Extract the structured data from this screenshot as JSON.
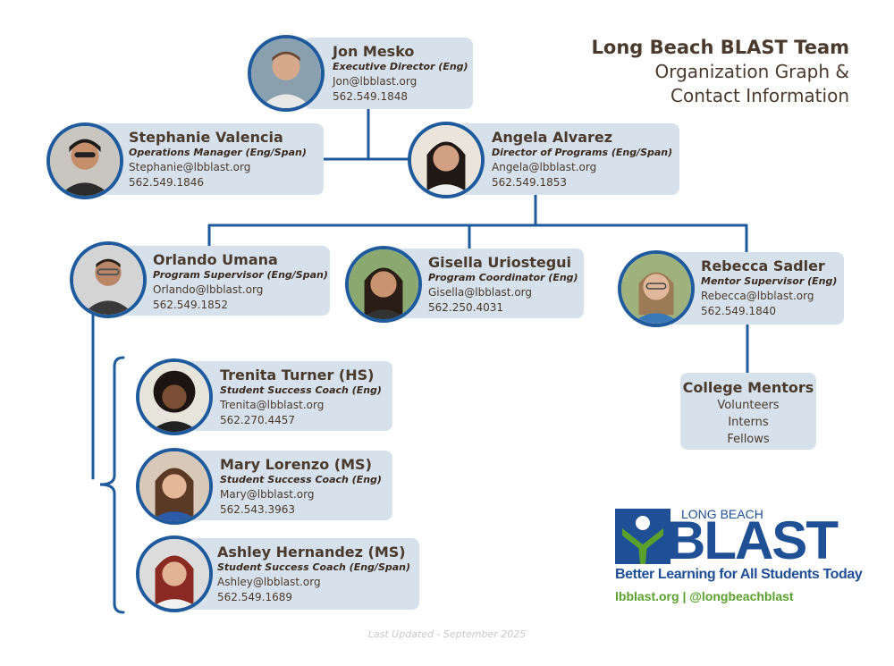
{
  "header": {
    "title": "Long Beach BLAST Team",
    "subtitle_line1": "Organization Graph &",
    "subtitle_line2": "Contact Information"
  },
  "people": {
    "jon": {
      "name": "Jon Mesko",
      "role": "Executive Director (Eng)",
      "email": "Jon@lbblast.org",
      "phone": "562.549.1848"
    },
    "stephanie": {
      "name": "Stephanie Valencia",
      "role": "Operations Manager (Eng/Span)",
      "email": "Stephanie@lbblast.org",
      "phone": "562.549.1846"
    },
    "angela": {
      "name": "Angela Alvarez",
      "role": "Director of Programs (Eng/Span)",
      "email": "Angela@lbblast.org",
      "phone": "562.549.1853"
    },
    "orlando": {
      "name": "Orlando Umana",
      "role": "Program Supervisor (Eng/Span)",
      "email": "Orlando@lbblast.org",
      "phone": "562.549.1852"
    },
    "gisella": {
      "name": "Gisella Uriostegui",
      "role": "Program Coordinator (Eng)",
      "email": "Gisella@lbblast.org",
      "phone": "562.250.4031"
    },
    "rebecca": {
      "name": "Rebecca Sadler",
      "role": "Mentor Supervisor (Eng)",
      "email": "Rebecca@lbblast.org",
      "phone": "562.549.1840"
    },
    "trenita": {
      "name": "Trenita Turner (HS)",
      "role": "Student Success Coach (Eng)",
      "email": "Trenita@lbblast.org",
      "phone": "562.270.4457"
    },
    "mary": {
      "name": "Mary Lorenzo (MS)",
      "role": "Student Success Coach (Eng)",
      "email": "Mary@lbblast.org",
      "phone": "562.543.3963"
    },
    "ashley": {
      "name": "Ashley Hernandez (MS)",
      "role": "Student Success Coach (Eng/Span)",
      "email": "Ashley@lbblast.org",
      "phone": "562.549.1689"
    }
  },
  "mentors": {
    "title": "College Mentors",
    "items": [
      "Volunteers",
      "Interns",
      "Fellows"
    ]
  },
  "logo": {
    "top_text": "LONG BEACH",
    "wordmark": "BLAST",
    "tagline": "Better Learning for All Students Today",
    "web": "lbblast.org | @longbeachblast"
  },
  "footer": "Last Updated - September 2025",
  "colors": {
    "card_bg": "#d6e1ec",
    "line": "#1f5a9c",
    "text": "#4a3a2e",
    "logo_blue": "#1f4f95",
    "logo_green": "#5aa02c"
  }
}
